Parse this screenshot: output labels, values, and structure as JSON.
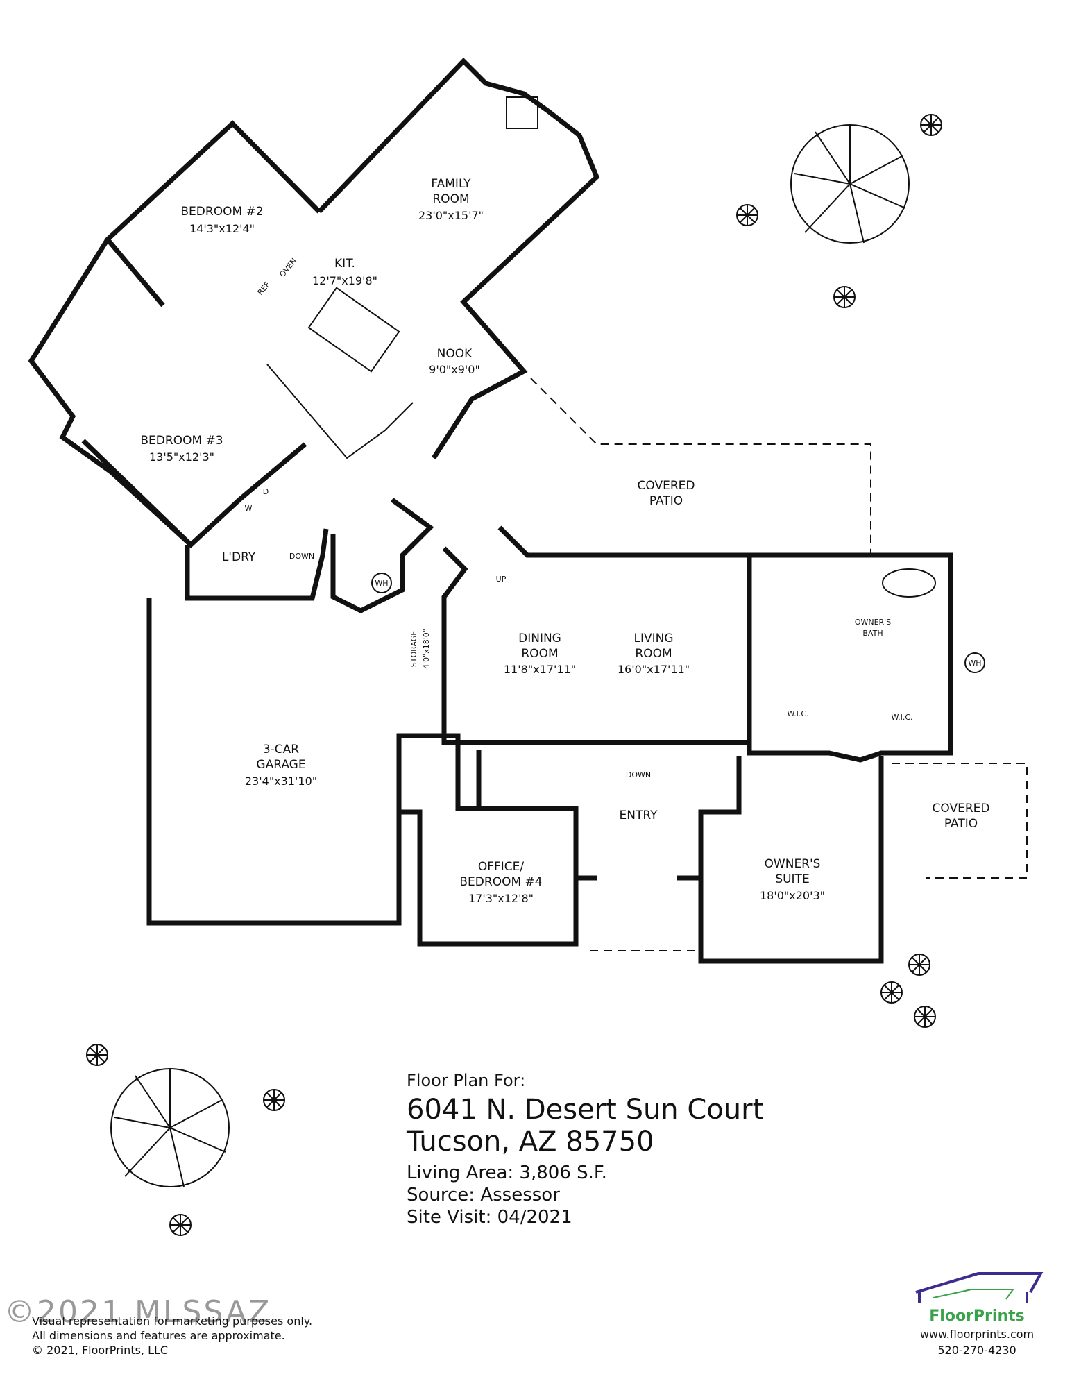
{
  "rooms": {
    "family_room": {
      "name1": "FAMILY",
      "name2": "ROOM",
      "dim": "23'0\"x15'7\""
    },
    "bedroom2": {
      "name": "BEDROOM #2",
      "dim": "14'3\"x12'4\""
    },
    "kitchen": {
      "name": "KIT.",
      "dim": "12'7\"x19'8\"",
      "ref": "REF",
      "oven": "OVEN"
    },
    "nook": {
      "name": "NOOK",
      "dim": "9'0\"x9'0\""
    },
    "bedroom3": {
      "name": "BEDROOM #3",
      "dim": "13'5\"x12'3\""
    },
    "covered_patio": {
      "name1": "COVERED",
      "name2": "PATIO"
    },
    "laundry": {
      "name": "L'DRY",
      "w": "W",
      "d": "D"
    },
    "garage": {
      "name1": "3-CAR",
      "name2": "GARAGE",
      "dim": "23'4\"x31'10\""
    },
    "storage": {
      "name": "STORAGE",
      "dim": "4'0\"x18'0\""
    },
    "dining_room": {
      "name1": "DINING",
      "name2": "ROOM",
      "dim": "11'8\"x17'11\""
    },
    "living_room": {
      "name1": "LIVING",
      "name2": "ROOM",
      "dim": "16'0\"x17'11\""
    },
    "owners_bath": {
      "name1": "OWNER'S",
      "name2": "BATH"
    },
    "wic1": {
      "name": "W.I.C."
    },
    "wic2": {
      "name": "W.I.C."
    },
    "entry": {
      "name": "ENTRY"
    },
    "office": {
      "name1": "OFFICE/",
      "name2": "BEDROOM #4",
      "dim": "17'3\"x12'8\""
    },
    "owners_suite": {
      "name1": "OWNER'S",
      "name2": "SUITE",
      "dim": "18'0\"x20'3\""
    },
    "covered_patio2": {
      "name1": "COVERED",
      "name2": "PATIO"
    }
  },
  "labels": {
    "down1": "DOWN",
    "up": "UP",
    "down2": "DOWN",
    "wh1": "WH",
    "wh2": "WH"
  },
  "info": {
    "floor_plan_for": "Floor Plan For:",
    "address1": "6041 N. Desert Sun Court",
    "address2": "Tucson, AZ  85750",
    "living_area": "Living Area:  3,806 S.F.",
    "source": "Source:  Assessor",
    "site_visit": "Site Visit:  04/2021"
  },
  "disclaimer": {
    "line1": "Visual representation for marketing purposes only.",
    "line2": "All dimensions and features are approximate.",
    "line3": "© 2021, FloorPrints, LLC"
  },
  "watermark": "©2021 MLSSAZ",
  "brand": {
    "name": "FloorPrints",
    "web": "www.floorprints.com",
    "phone": "520-270-4230",
    "roof_color": "#3a2d8f",
    "name_color": "#3aa24b"
  }
}
